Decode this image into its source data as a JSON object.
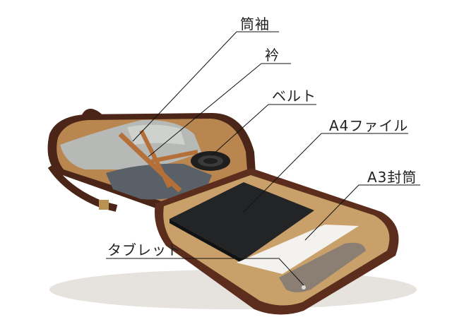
{
  "labels": {
    "sleeve": "筒袖",
    "collar": "衿",
    "belt": "ベルト",
    "a4_file": "A4ファイル",
    "a3_envelope": "A3封筒",
    "tablet": "タブレット"
  },
  "colors": {
    "background": "#ffffff",
    "leather_dark": "#4a2518",
    "leather_mid": "#6b3420",
    "lining": "#b8864e",
    "lining_light": "#c9a06a",
    "shirt": "#b7b9b6",
    "shirt_dark": "#5a6068",
    "file_black": "#222426",
    "leader_line": "#111111",
    "label_text": "#222222"
  }
}
